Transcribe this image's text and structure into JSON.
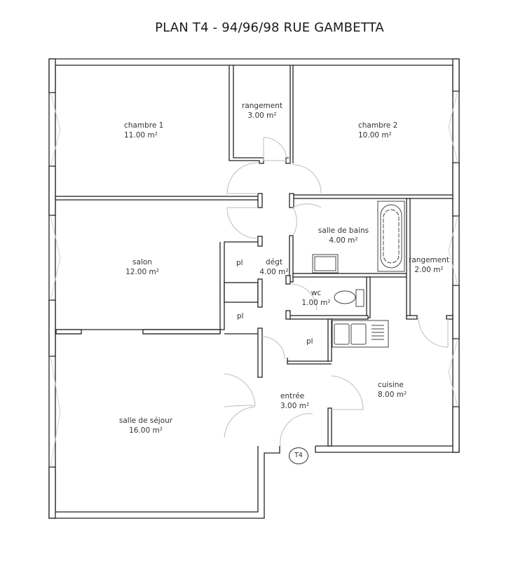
{
  "title": "PLAN T4 - 94/96/98 RUE GAMBETTA",
  "unit_tag": "T4",
  "rooms": [
    {
      "name": "chambre 1",
      "area": "11.00 m²"
    },
    {
      "name": "rangement",
      "area": "3.00 m²"
    },
    {
      "name": "chambre 2",
      "area": "10.00 m²"
    },
    {
      "name": "salle de bains",
      "area": "4.00 m²"
    },
    {
      "name": "salon",
      "area": "12.00 m²"
    },
    {
      "name": "dégt",
      "area": "4.00 m²"
    },
    {
      "name": "rangement",
      "area": "2.00 m²"
    },
    {
      "name": "wc",
      "area": "1.00 m²"
    },
    {
      "name": "pl",
      "area": ""
    },
    {
      "name": "pl",
      "area": ""
    },
    {
      "name": "pl",
      "area": ""
    },
    {
      "name": "cuisine",
      "area": "8.00 m²"
    },
    {
      "name": "entrée",
      "area": "3.00 m²"
    },
    {
      "name": "salle de séjour",
      "area": "16.00 m²"
    }
  ],
  "colors": {
    "wall": "#222222",
    "door_swing": "#bdbdbd",
    "window": "#c8c8c8"
  }
}
